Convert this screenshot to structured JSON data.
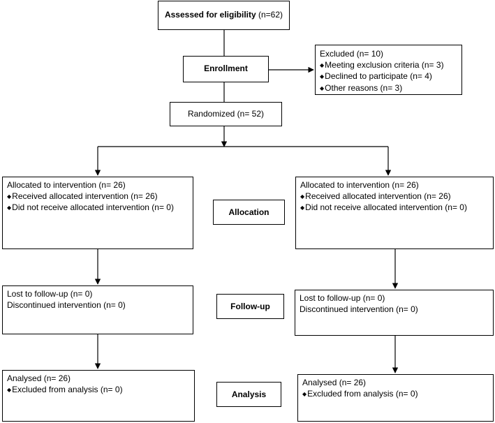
{
  "enrollment": {
    "assessed_bold": "Assessed for eligibility",
    "assessed_rest": " (n=62)",
    "label": "Enrollment",
    "excluded": {
      "title": "Excluded (n= 10)",
      "items": [
        "Meeting exclusion criteria (n= 3)",
        "Declined to participate (n= 4)",
        "Other reasons (n= 3)"
      ]
    },
    "randomized": "Randomized (n= 52)"
  },
  "stages": {
    "allocation": "Allocation",
    "follow_up": "Follow-up",
    "analysis": "Analysis"
  },
  "bullet_glyph": "◆",
  "arms": {
    "left": {
      "allocation": {
        "title": "Allocated to intervention (n= 26)",
        "items": [
          "Received allocated intervention (n= 26)",
          "Did not receive allocated intervention (n= 0)"
        ]
      },
      "follow_up": [
        "Lost to follow-up (n= 0)",
        "Discontinued intervention (n= 0)"
      ],
      "analysis": {
        "title": "Analysed (n= 26)",
        "items": [
          "Excluded from analysis (n= 0)"
        ]
      }
    },
    "right": {
      "allocation": {
        "title": "Allocated to intervention (n= 26)",
        "items": [
          "Received allocated intervention (n= 26)",
          "Did not receive allocated intervention (n= 0)"
        ]
      },
      "follow_up": [
        "Lost to follow-up (n= 0)",
        "Discontinued intervention (n= 0)"
      ],
      "analysis": {
        "title": "Analysed (n= 26)",
        "items": [
          "Excluded from analysis (n= 0)"
        ]
      }
    }
  }
}
